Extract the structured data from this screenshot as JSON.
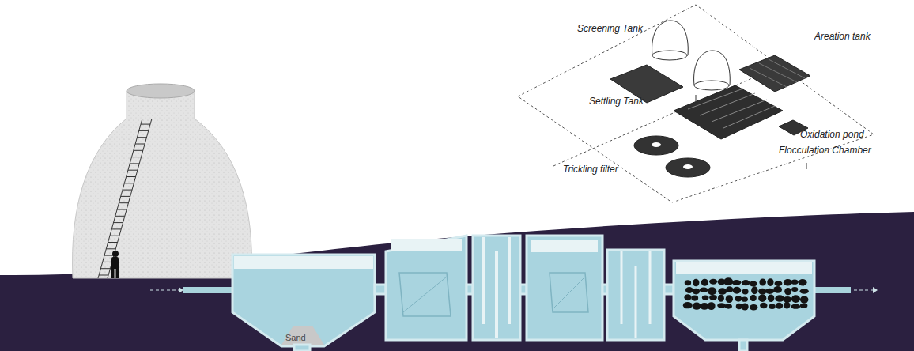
{
  "diagram": {
    "labels": [
      "Screening Tank",
      "Areation tank",
      "Settling Tank",
      "Oxidation pond",
      "Flocculation Chamber",
      "Trickling filter",
      "Sand"
    ]
  }
}
